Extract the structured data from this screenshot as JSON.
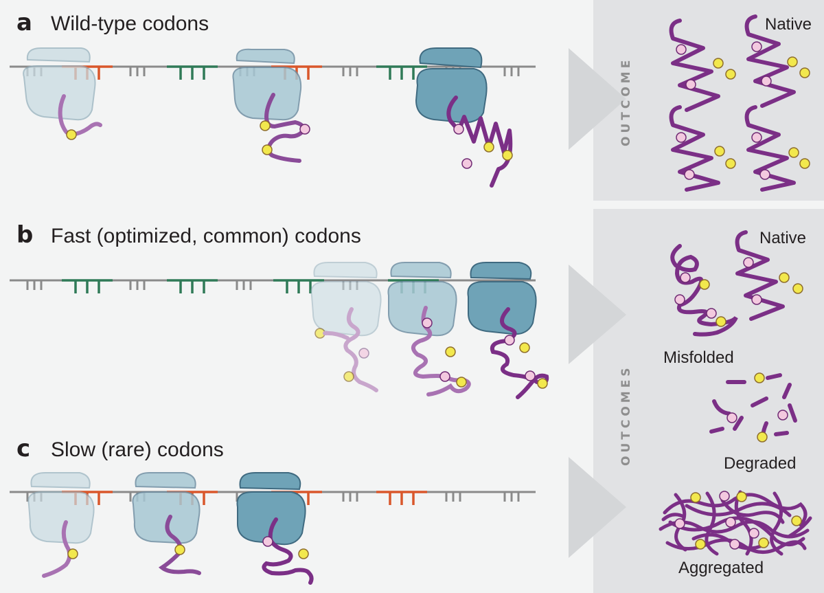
{
  "panels": [
    {
      "letter": "a",
      "title": "Wild-type codons"
    },
    {
      "letter": "b",
      "title": "Fast (optimized, common) codons"
    },
    {
      "letter": "c",
      "title": "Slow (rare) codons"
    }
  ],
  "outcome_tags": {
    "single": "OUTCOME",
    "plural": "OUTCOMES"
  },
  "outcome_labels": {
    "native_a": "Native",
    "native_b": "Native",
    "misfolded": "Misfolded",
    "degraded": "Degraded",
    "aggregated": "Aggregated"
  },
  "colors": {
    "background": "#f3f4f4",
    "outcome_box": "#e1e2e4",
    "arrow": "#d4d6d8",
    "mrna": "#8a8a8a",
    "common_codon": "#2f7a57",
    "rare_codon": "#d9572b",
    "ribosome_light": "#c9dbe2",
    "ribosome_mid": "#a7c8d4",
    "ribosome_dark": "#6fa3b7",
    "peptide": "#7b2f86",
    "peptide_faded": "#c8a6cc",
    "yellow_residue": "#f2e84d",
    "pink_residue": "#f3c9df"
  }
}
